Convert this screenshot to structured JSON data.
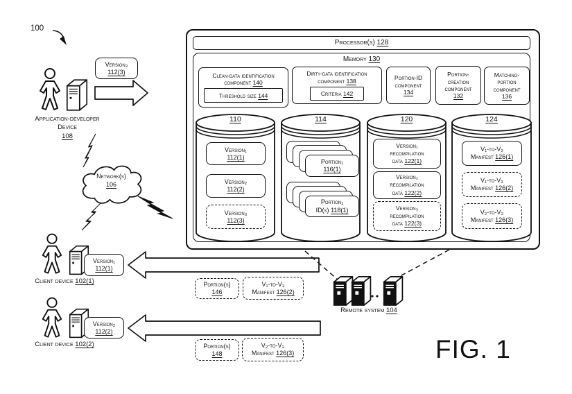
{
  "figure": {
    "ref_pointer": "100",
    "caption": "FIG. 1"
  },
  "system": {
    "processor": {
      "label": "Processor(s)",
      "ref": "128"
    },
    "memory": {
      "label": "Memory",
      "ref": "130"
    },
    "components": [
      {
        "label": "Clean-data identification component",
        "ref": "140",
        "inner_label": "Threshold size",
        "inner_ref": "144"
      },
      {
        "label": "Dirty-data identification component",
        "ref": "138",
        "inner_label": "Criteria",
        "inner_ref": "142"
      },
      {
        "label": "Portion-ID component",
        "ref": "134"
      },
      {
        "label": "Portion-creation component",
        "ref": "132"
      },
      {
        "label": "Matching-portion component",
        "ref": "136"
      }
    ],
    "datastores": [
      {
        "ref": "110"
      },
      {
        "ref": "114"
      },
      {
        "ref": "120"
      },
      {
        "ref": "124"
      }
    ],
    "versions_store": {
      "items": [
        {
          "name": "Version₁",
          "ref": "112(1)"
        },
        {
          "name": "Version₂",
          "ref": "112(2)"
        },
        {
          "name": "Version₃",
          "ref": "112(3)"
        }
      ]
    },
    "portions_store": {
      "stacks": [
        {
          "name": "Portion₁",
          "ref": "116(1)"
        },
        {
          "name": "Portion₁",
          "prefix": "ID(s)",
          "ref": "118(1)"
        }
      ]
    },
    "recompilation_store": {
      "items": [
        {
          "line1": "Version₁",
          "line2": "recompilation",
          "line3": "data",
          "ref": "122(1)"
        },
        {
          "line1": "Version₂",
          "line2": "recompilation",
          "line3": "data",
          "ref": "122(2)"
        },
        {
          "line1": "Version₃",
          "line2": "recompilation",
          "line3": "data",
          "ref": "122(3)"
        }
      ]
    },
    "manifest_store": {
      "items": [
        {
          "line1": "V₁-to-V₂",
          "line2": "Manifest",
          "ref": "126(1)"
        },
        {
          "line1": "V₁-to-V₃",
          "line2": "Manifest",
          "ref": "126(2)"
        },
        {
          "line1": "V₂-to-V₃",
          "line2": "Manifest",
          "ref": "126(3)"
        }
      ]
    }
  },
  "developer_device": {
    "label": "Application-developer Device",
    "ref": "108",
    "version_name": "Version₃",
    "version_ref": "112(3)"
  },
  "network": {
    "label": "Network(s)",
    "ref": "106"
  },
  "clients": [
    {
      "label": "Client device",
      "ref": "102(1)",
      "version_name": "Version₁",
      "version_ref": "112(1)",
      "portions_label": "Portion(s)",
      "portions_ref": "146",
      "manifest_line1": "V₁-to-V₃",
      "manifest_line2": "Manifest",
      "manifest_ref": "126(2)"
    },
    {
      "label": "Client device",
      "ref": "102(2)",
      "version_name": "Version₂",
      "version_ref": "112(2)",
      "portions_label": "Portion(s)",
      "portions_ref": "148",
      "manifest_line1": "V₂-to-V₃",
      "manifest_line2": "Manifest",
      "manifest_ref": "126(3)"
    }
  ],
  "remote_system": {
    "label": "Remote system",
    "ref": "104"
  }
}
